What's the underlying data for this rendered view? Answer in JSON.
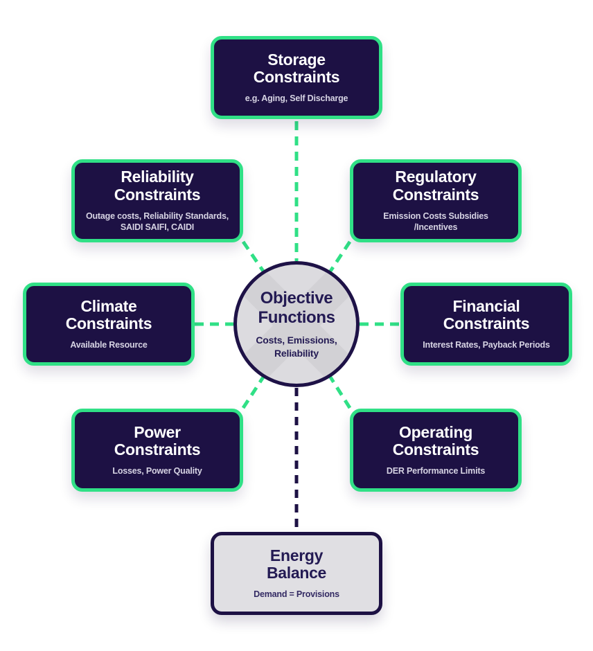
{
  "diagram": {
    "center": {
      "title": "Objective\nFunctions",
      "subtitle": "Costs, Emissions,\nReliability"
    },
    "boxes": [
      {
        "id": "storage-constraints",
        "title": "Storage\nConstraints",
        "subtitle": "e.g. Aging, Self Discharge",
        "variant": "dark"
      },
      {
        "id": "reliability-constraints",
        "title": "Reliability\nConstraints",
        "subtitle": "Outage costs, Reliability Standards,\nSAIDI SAIFI, CAIDI",
        "variant": "dark"
      },
      {
        "id": "regulatory-constraints",
        "title": "Regulatory\nConstraints",
        "subtitle": "Emission Costs Subsidies\n/Incentives",
        "variant": "dark"
      },
      {
        "id": "climate-constraints",
        "title": "Climate\nConstraints",
        "subtitle": "Available Resource",
        "variant": "dark"
      },
      {
        "id": "financial-constraints",
        "title": "Financial\nConstraints",
        "subtitle": "Interest Rates, Payback Periods",
        "variant": "dark"
      },
      {
        "id": "power-constraints",
        "title": "Power\nConstraints",
        "subtitle": "Losses, Power Quality",
        "variant": "dark"
      },
      {
        "id": "operating-constraints",
        "title": "Operating\nConstraints",
        "subtitle": "DER Performance Limits",
        "variant": "dark"
      },
      {
        "id": "energy-balance",
        "title": "Energy\nBalance",
        "subtitle": "Demand = Provisions",
        "variant": "light"
      }
    ],
    "colors": {
      "accent_green": "#30e086",
      "navy_dark": "#1d1144",
      "dark_box_fill": "#1d1144",
      "light_box_fill": "#e0dfe3",
      "circle_fill": "#dcdbdf",
      "dark_box_subtitle_text": "#d6d3e3",
      "heading_text_on_light": "#231a53",
      "background": "#ffffff"
    }
  }
}
